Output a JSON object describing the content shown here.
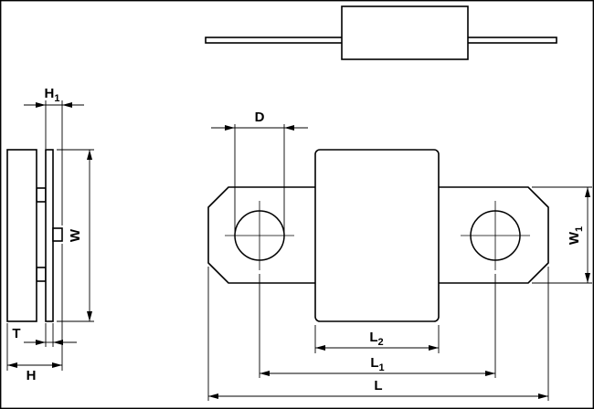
{
  "drawing": {
    "background": "#ffffff",
    "line_color": "#000000",
    "labels": {
      "h1": {
        "base": "H",
        "sub": "1"
      },
      "d": {
        "base": "D",
        "sub": ""
      },
      "w": {
        "base": "W",
        "sub": ""
      },
      "w1": {
        "base": "W",
        "sub": "1"
      },
      "t": {
        "base": "T",
        "sub": ""
      },
      "h": {
        "base": "H",
        "sub": ""
      },
      "l": {
        "base": "L",
        "sub": ""
      },
      "l1": {
        "base": "L",
        "sub": "1"
      },
      "l2": {
        "base": "L",
        "sub": "2"
      }
    }
  }
}
